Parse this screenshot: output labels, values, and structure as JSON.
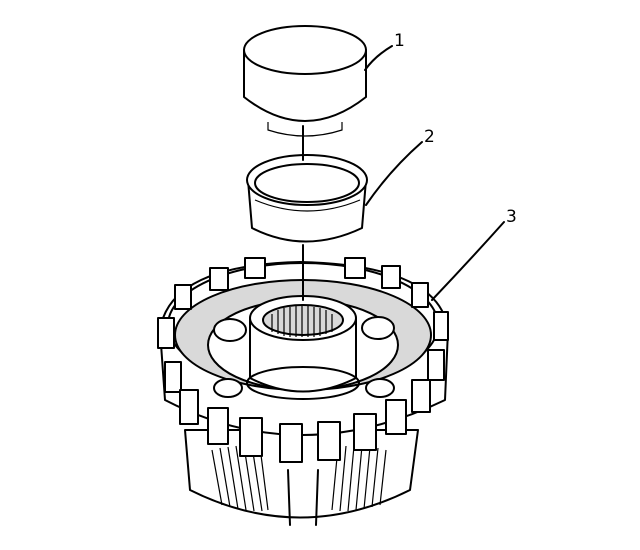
{
  "callouts": [
    {
      "label": "1"
    },
    {
      "label": "2"
    },
    {
      "label": "3"
    }
  ],
  "colors": {
    "line": "#000000",
    "background": "#ffffff",
    "shade": "#d9d9d9"
  }
}
